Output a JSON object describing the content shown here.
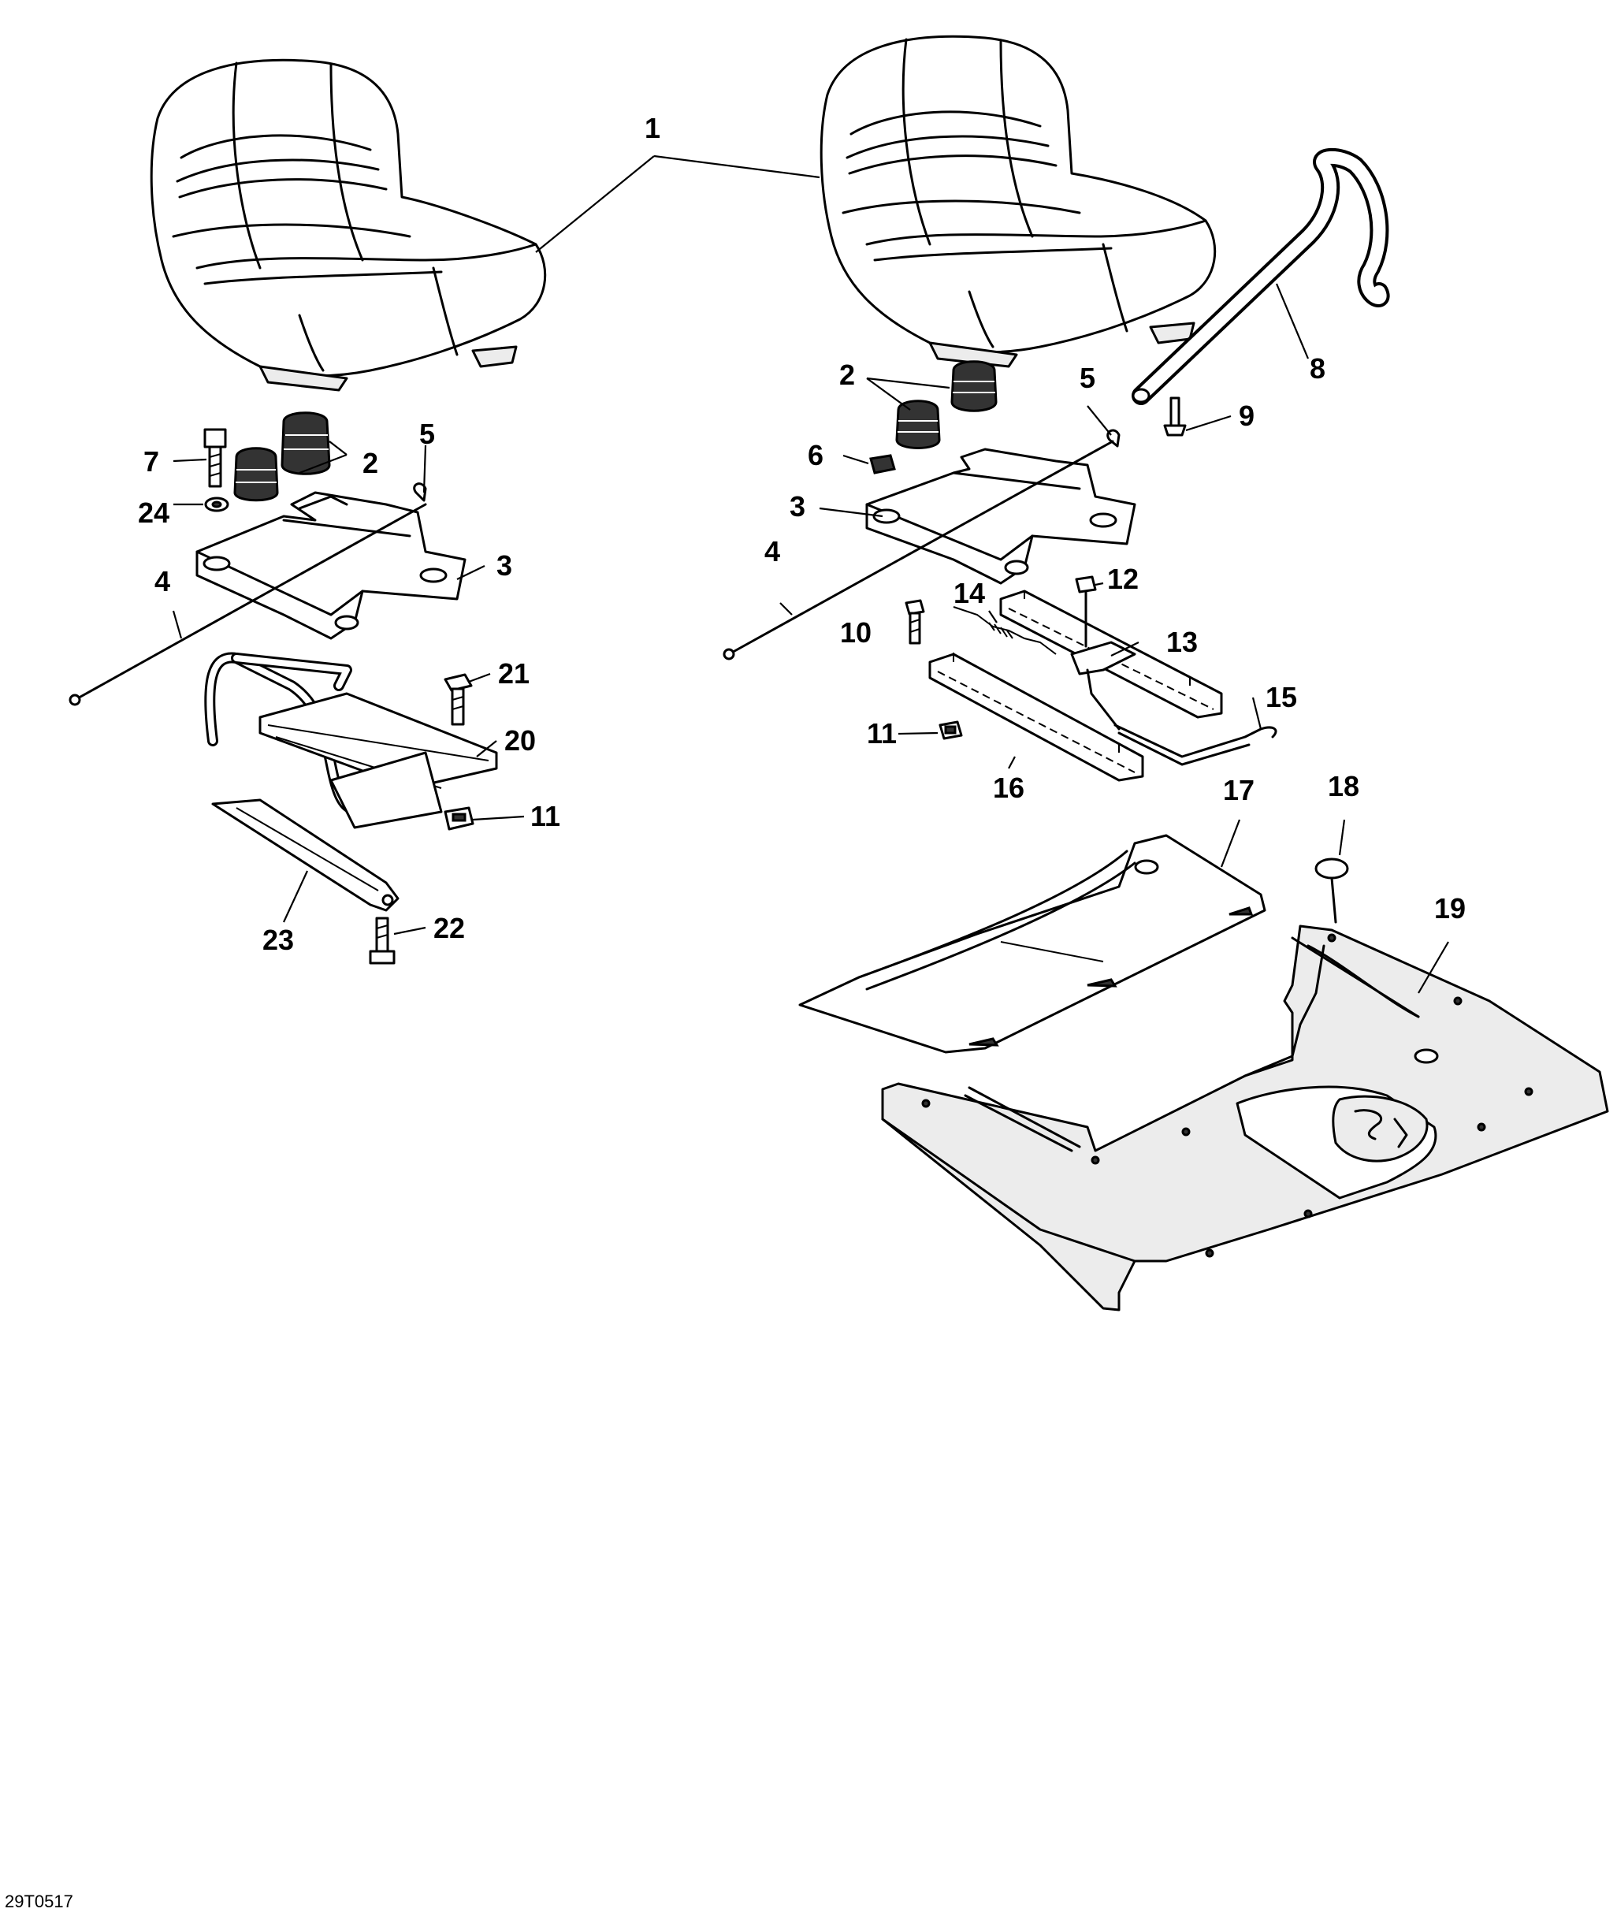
{
  "figure_id": "29T0517",
  "callouts": {
    "c1": "1",
    "c2l": "2",
    "c2r": "2",
    "c3l": "3",
    "c3r": "3",
    "c4l": "4",
    "c4r": "4",
    "c5l": "5",
    "c5r": "5",
    "c6": "6",
    "c7": "7",
    "c8": "8",
    "c9": "9",
    "c10": "10",
    "c11l": "11",
    "c11r": "11",
    "c12": "12",
    "c13": "13",
    "c14": "14",
    "c15": "15",
    "c16": "16",
    "c17": "17",
    "c18": "18",
    "c19": "19",
    "c20": "20",
    "c21": "21",
    "c22": "22",
    "c23": "23",
    "c24": "24"
  }
}
